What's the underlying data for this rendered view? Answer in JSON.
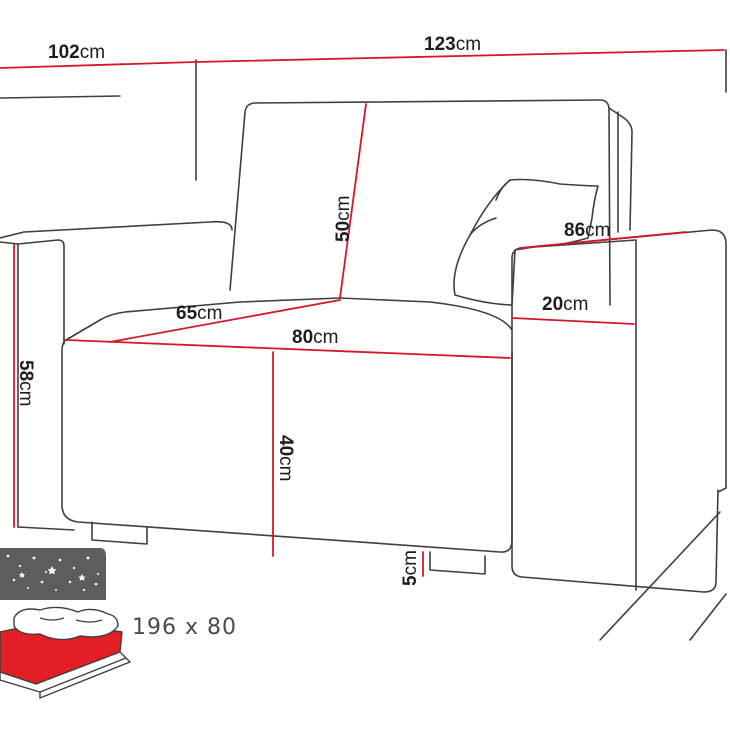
{
  "colors": {
    "outline": "#3f3f3f",
    "dimension_line": "#d6172a",
    "text": "#1d1d1d",
    "bed_mattress": "#e41e25",
    "bed_bg": "#5d5d5d"
  },
  "dimensions": {
    "total_width_left": {
      "value": "102",
      "unit": "cm"
    },
    "total_width_right": {
      "value": "123",
      "unit": "cm"
    },
    "back_height": {
      "value": "50",
      "unit": "cm"
    },
    "armrest_depth": {
      "value": "86",
      "unit": "cm"
    },
    "armrest_width": {
      "value": "20",
      "unit": "cm"
    },
    "seat_depth": {
      "value": "65",
      "unit": "cm"
    },
    "seat_width": {
      "value": "80",
      "unit": "cm"
    },
    "armrest_height": {
      "value": "58",
      "unit": "cm"
    },
    "seat_height": {
      "value": "40",
      "unit": "cm"
    },
    "leg_height": {
      "value": "5",
      "unit": "cm"
    }
  },
  "bed": {
    "size_label": "196 x 80"
  }
}
